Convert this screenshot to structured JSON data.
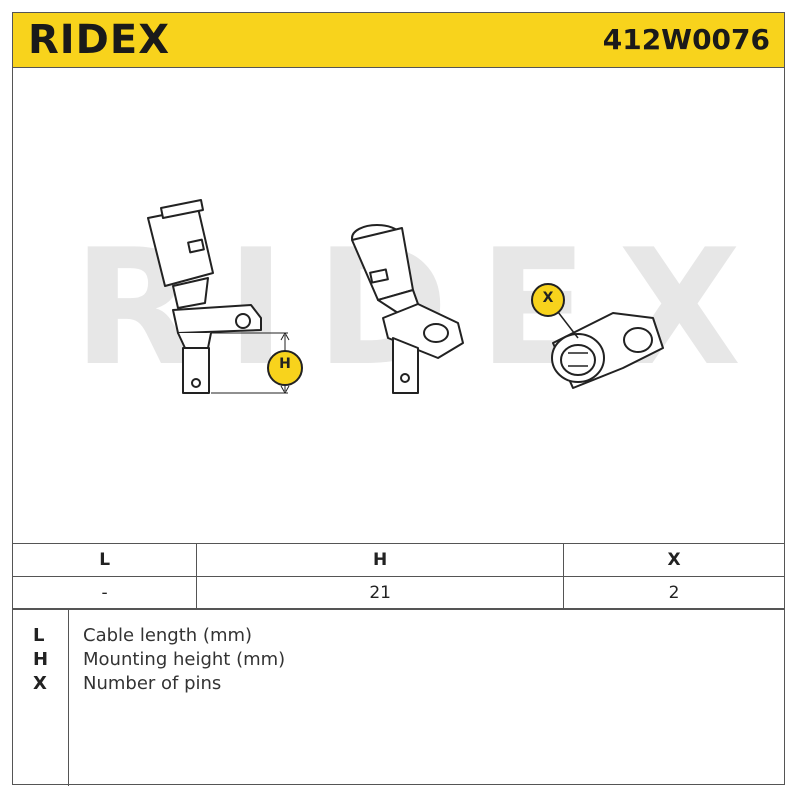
{
  "header": {
    "brand": "RIDEX",
    "part_number": "412W0076"
  },
  "drawing": {
    "watermark": "RIDEX",
    "callout_h": "H",
    "callout_x": "X",
    "accent_color": "#f8d31c"
  },
  "spec_table": {
    "columns": [
      "L",
      "H",
      "X"
    ],
    "values": [
      "-",
      "21",
      "2"
    ]
  },
  "legend": [
    {
      "key": "L",
      "text": "Cable length (mm)"
    },
    {
      "key": "H",
      "text": "Mounting height (mm)"
    },
    {
      "key": "X",
      "text": "Number of pins"
    }
  ]
}
